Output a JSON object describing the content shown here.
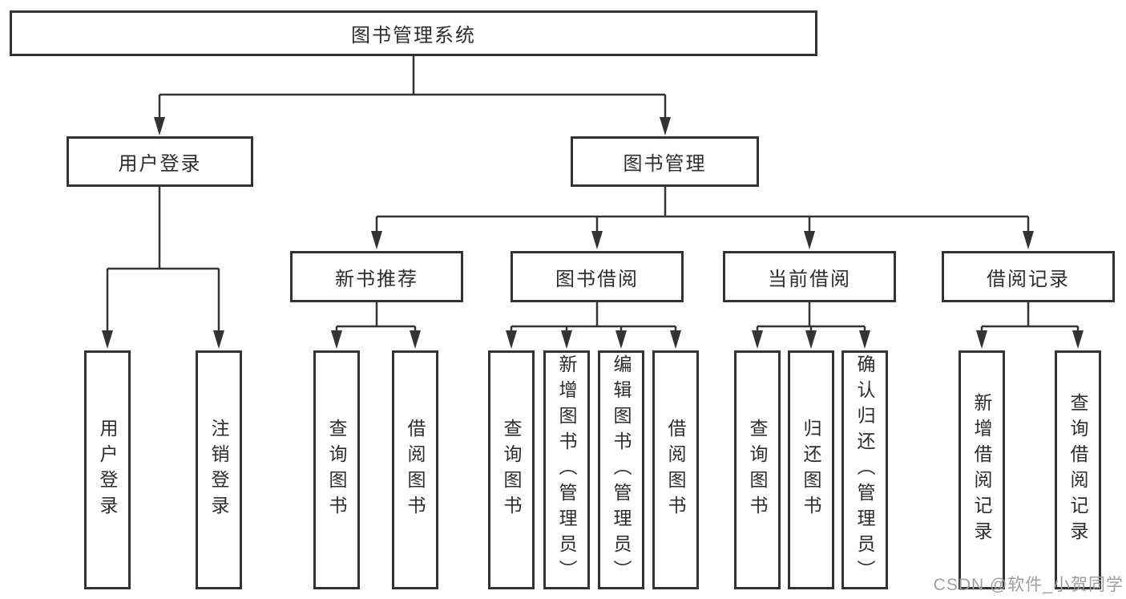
{
  "tree": {
    "label": "图书管理系统",
    "children": [
      {
        "label": "用户登录",
        "children": [
          {
            "label": "用户登录"
          },
          {
            "label": "注销登录"
          }
        ]
      },
      {
        "label": "图书管理",
        "children": [
          {
            "label": "新书推荐",
            "children": [
              {
                "label": "查询图书"
              },
              {
                "label": "借阅图书"
              }
            ]
          },
          {
            "label": "图书借阅",
            "children": [
              {
                "label": "查询图书"
              },
              {
                "label": "新增图书（管理员）"
              },
              {
                "label": "编辑图书（管理员）"
              },
              {
                "label": "借阅图书"
              }
            ]
          },
          {
            "label": "当前借阅",
            "children": [
              {
                "label": "查询图书"
              },
              {
                "label": "归还图书"
              },
              {
                "label": "确认归还（管理员）"
              }
            ]
          },
          {
            "label": "借阅记录",
            "children": [
              {
                "label": "新增借阅记录"
              },
              {
                "label": "查询借阅记录"
              }
            ]
          }
        ]
      }
    ]
  },
  "watermark": {
    "text": "CSDN @软件_小贺同学"
  },
  "colors": {
    "line": "#333333",
    "text": "#2d2d2d",
    "watermark": "#9e9e9e",
    "background": "#ffffff"
  }
}
